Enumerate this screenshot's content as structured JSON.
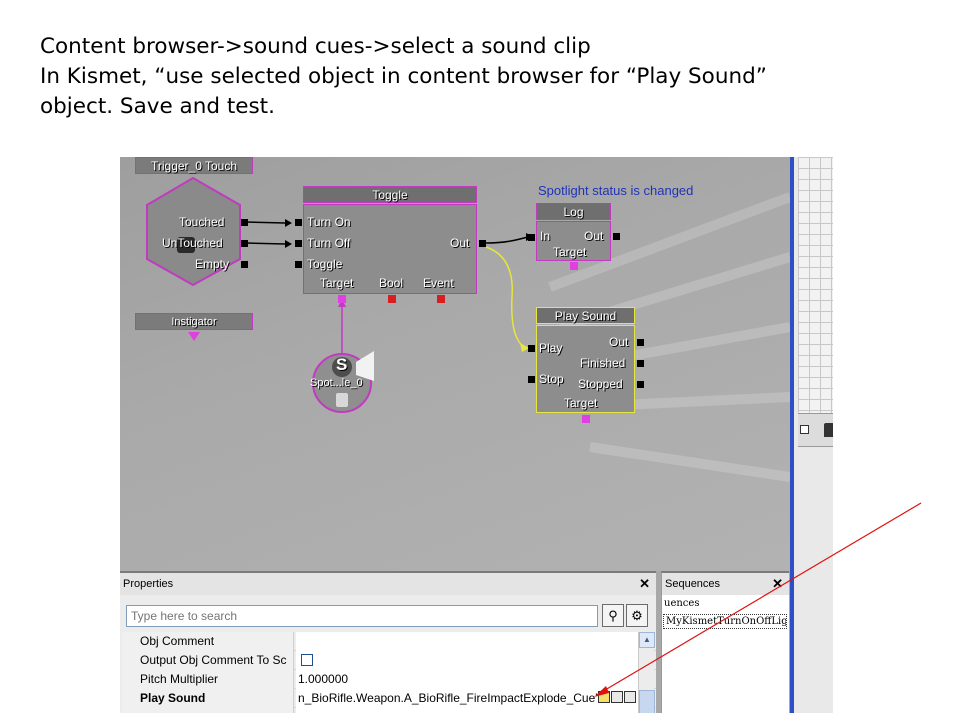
{
  "caption": {
    "line1": "Content browser->sound cues->select a sound clip",
    "line2": "In Kismet, “use selected object in content browser for “Play Sound”",
    "line3": "object. Save and test."
  },
  "kismet": {
    "trigger": {
      "title": "Trigger_0 Touch",
      "outputs": [
        "Touched",
        "UnTouched",
        "Empty"
      ],
      "bottom_label": "Instigator"
    },
    "toggle": {
      "title": "Toggle",
      "inputs": [
        "Turn On",
        "Turn Off",
        "Toggle"
      ],
      "output": "Out",
      "vars": [
        "Target",
        "Bool",
        "Event"
      ]
    },
    "comment": "Spotlight status is changed",
    "log": {
      "title": "Log",
      "input": "In",
      "output": "Out",
      "var": "Target"
    },
    "play_sound": {
      "title": "Play Sound",
      "inputs": [
        "Play",
        "Stop"
      ],
      "outputs": [
        "Out",
        "Finished",
        "Stopped"
      ],
      "var": "Target"
    },
    "spotlight": {
      "badge": "S",
      "label": "Spot...le_0"
    }
  },
  "properties": {
    "title": "Properties",
    "close": "✕",
    "search_placeholder": "Type here to search",
    "rows": [
      {
        "name": "Obj Comment",
        "value": "",
        "checkbox": false,
        "bold": false
      },
      {
        "name": "Output Obj Comment To Sc",
        "value": "",
        "checkbox": true,
        "bold": false
      },
      {
        "name": "Pitch Multiplier",
        "value": "1.000000",
        "checkbox": false,
        "bold": false
      },
      {
        "name": "Play Sound",
        "value": "n_BioRifle.Weapon.A_BioRifle_FireImpactExplode_Cue'",
        "checkbox": false,
        "bold": true
      }
    ]
  },
  "sequences": {
    "title": "Sequences",
    "close": "✕",
    "items": [
      "uences",
      "MyKismetTurnOnOffLigl"
    ]
  },
  "colors": {
    "link_pink": "#c03bc0",
    "highlight_yellow": "#e6e63c",
    "comment_blue": "#1f34b7",
    "annotation_red": "#e01010"
  }
}
